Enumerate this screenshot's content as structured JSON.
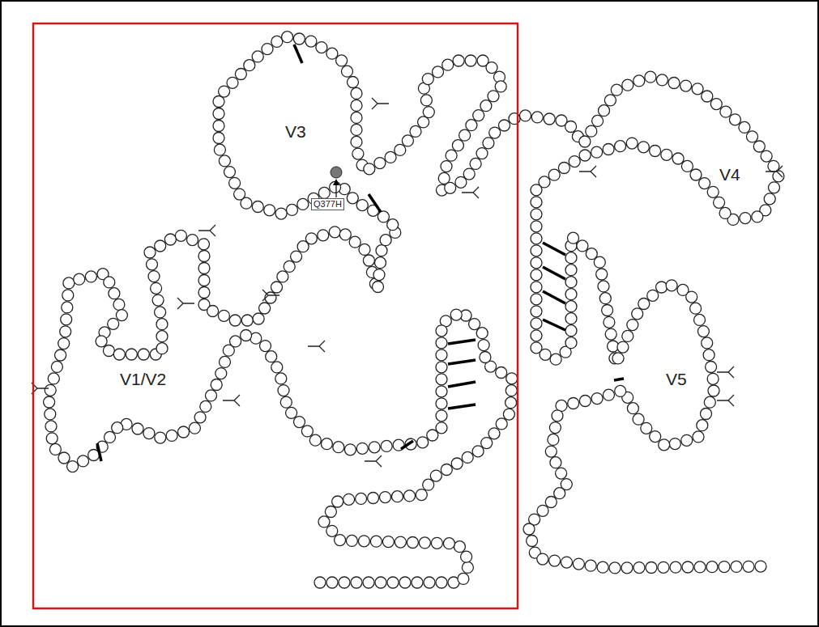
{
  "diagram": {
    "labels": [
      "V3",
      "Q377H",
      "V1/V2",
      "V4",
      "V5"
    ]
  }
}
